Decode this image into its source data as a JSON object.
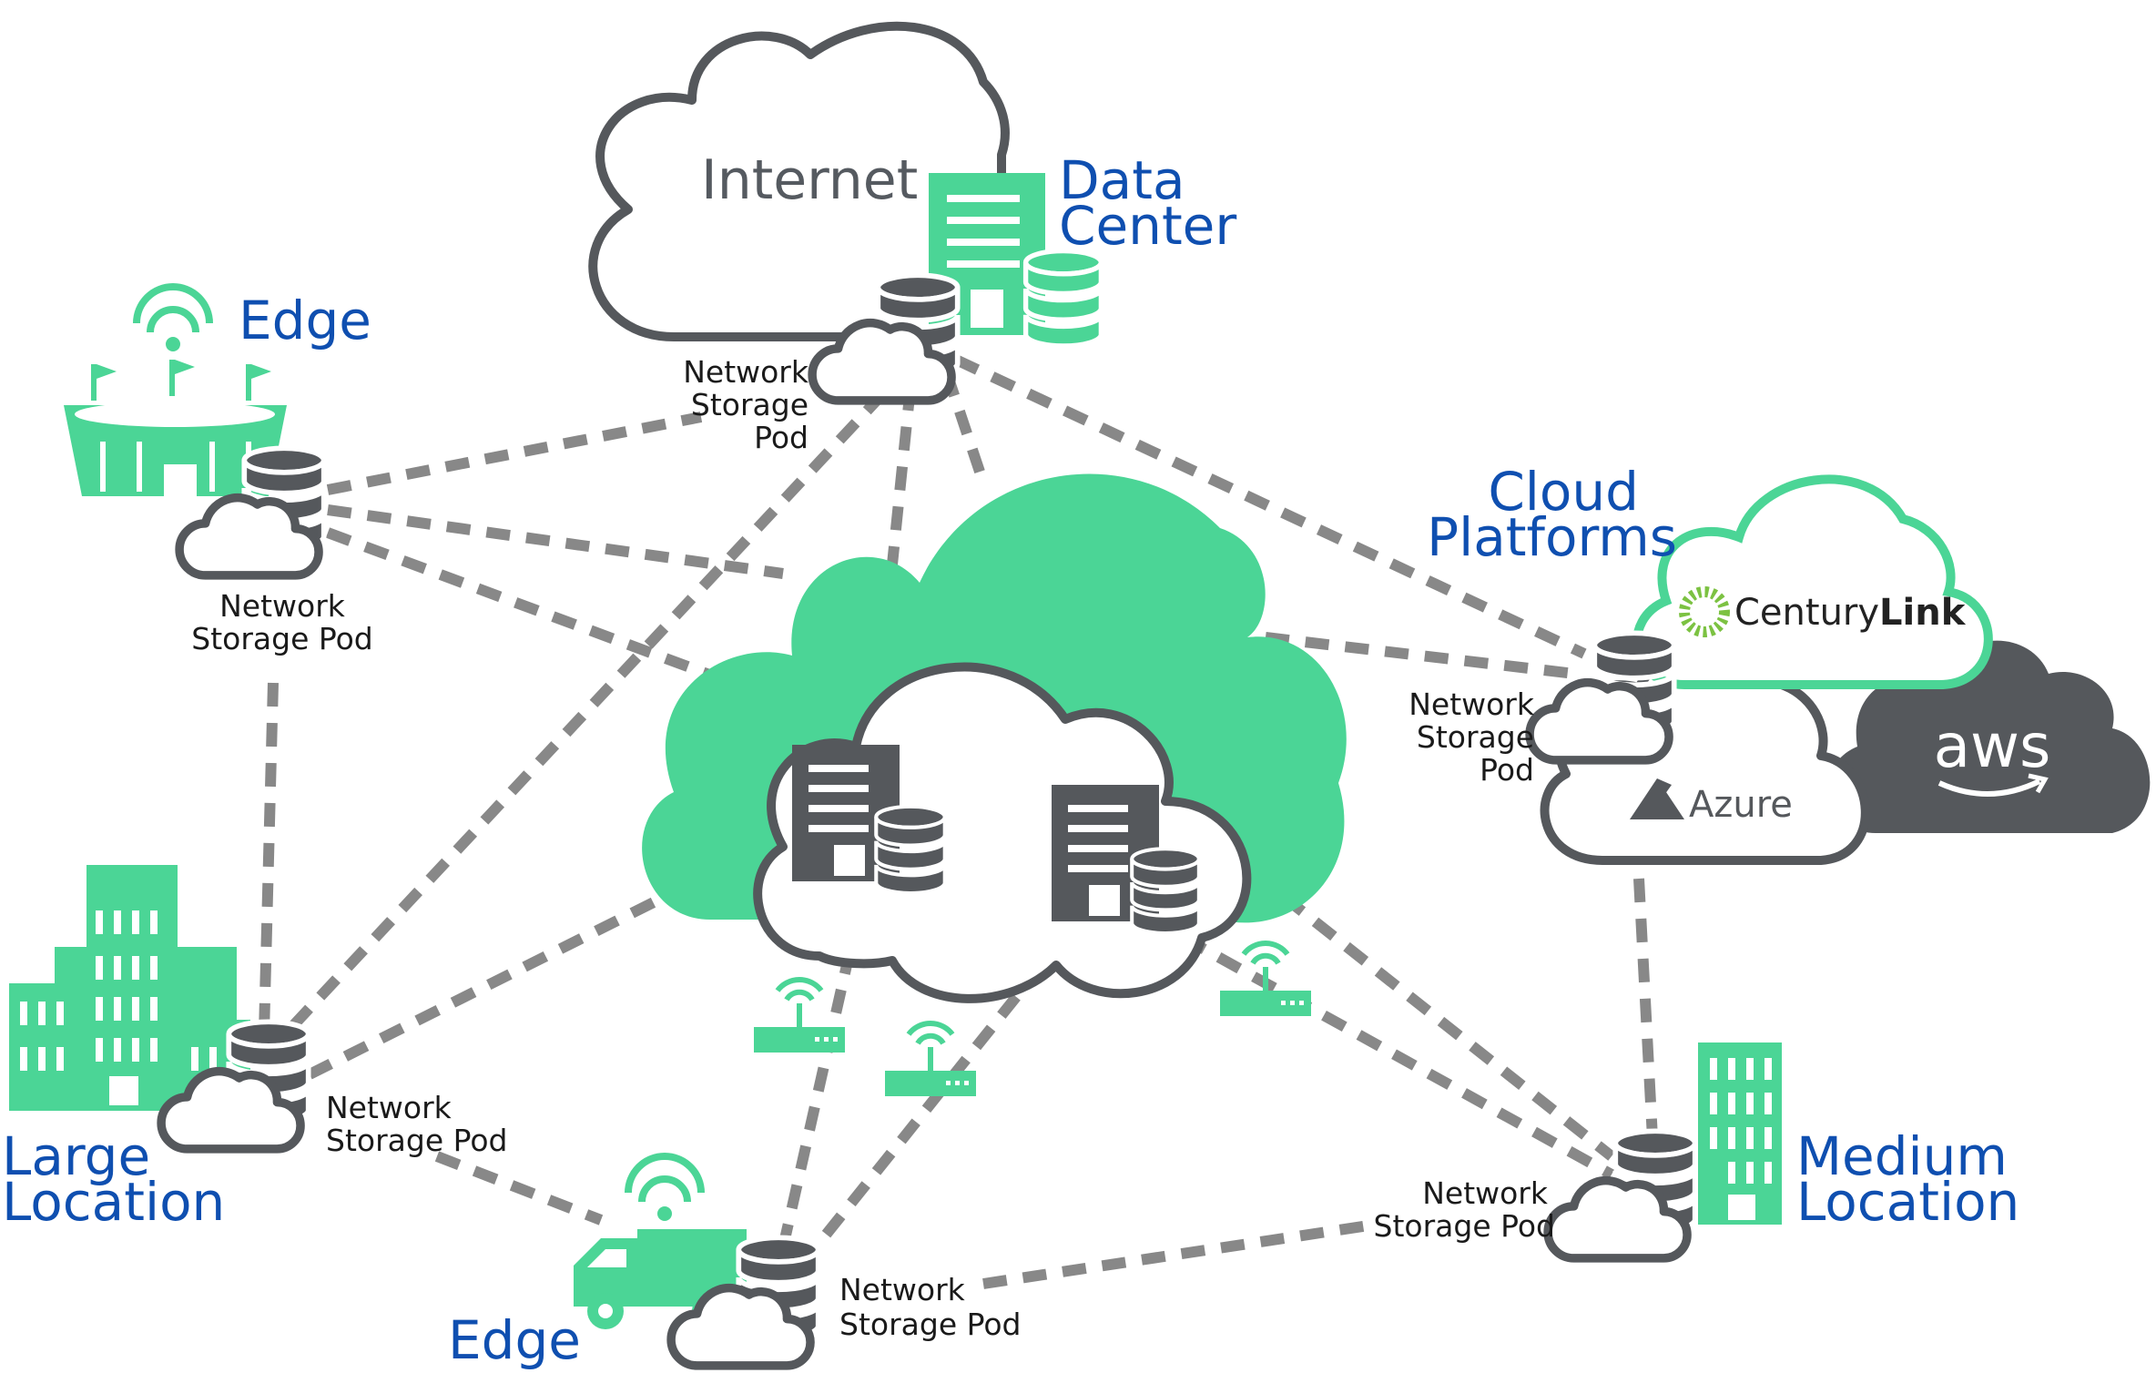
{
  "labels": {
    "internet": "Internet",
    "data_center_line1": "Data",
    "data_center_line2": "Center",
    "edge_top": "Edge",
    "edge_bottom": "Edge",
    "cloud_platforms_line1": "Cloud",
    "cloud_platforms_line2": "Platforms",
    "large_location_line1": "Large",
    "large_location_line2": "Location",
    "medium_location_line1": "Medium",
    "medium_location_line2": "Location",
    "pod_dc_line1": "Network",
    "pod_dc_line2": "Storage",
    "pod_dc_line3": "Pod",
    "pod_edge_line1": "Network",
    "pod_edge_line2": "Storage Pod",
    "pod_cloud_line1": "Network",
    "pod_cloud_line2": "Storage",
    "pod_cloud_line3": "Pod",
    "pod_large_line1": "Network",
    "pod_large_line2": "Storage Pod",
    "pod_truck_line1": "Network",
    "pod_truck_line2": "Storage Pod",
    "pod_medium_line1": "Network",
    "pod_medium_line2": "Storage Pod"
  },
  "logos": {
    "centurylink_part1": "Century",
    "centurylink_part2": "Link",
    "azure": "Azure",
    "aws": "aws"
  },
  "colors": {
    "accent_green": "#4bd596",
    "dark_gray": "#55585c",
    "label_blue": "#0f4fb0",
    "link_gray": "#888888"
  }
}
